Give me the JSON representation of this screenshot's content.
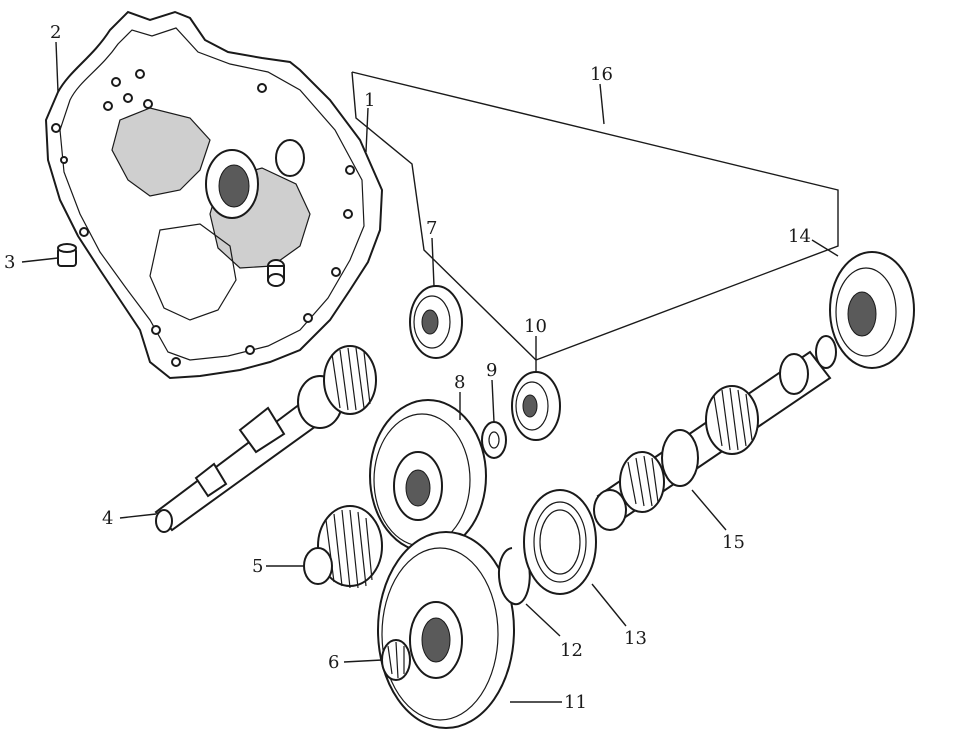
{
  "callouts": {
    "c1": "1",
    "c2": "2",
    "c3": "3",
    "c4": "4",
    "c5": "5",
    "c6": "6",
    "c7": "7",
    "c8": "8",
    "c9": "9",
    "c10": "10",
    "c11": "11",
    "c12": "12",
    "c13": "13",
    "c14": "14",
    "c15": "15",
    "c16": "16"
  },
  "parts": [
    {
      "id": "case-cover",
      "callout": "2"
    },
    {
      "id": "dowel-pin",
      "callout": "3"
    },
    {
      "id": "drive-shaft",
      "callout": "4"
    },
    {
      "id": "countershaft-pinion",
      "callout": "5"
    },
    {
      "id": "drive-gear-assembly",
      "callout": "6"
    },
    {
      "id": "bearing-left",
      "callout": "7"
    },
    {
      "id": "idler-gear",
      "callout": "8"
    },
    {
      "id": "washer",
      "callout": "9"
    },
    {
      "id": "bearing-small",
      "callout": "10"
    },
    {
      "id": "final-gear",
      "callout": "11"
    },
    {
      "id": "circlip",
      "callout": "12"
    },
    {
      "id": "oil-seal",
      "callout": "13"
    },
    {
      "id": "bearing-right",
      "callout": "14"
    },
    {
      "id": "final-shaft",
      "callout": "15"
    },
    {
      "id": "bearing-kit-group",
      "callout": "16"
    },
    {
      "id": "group-1",
      "callout": "1"
    }
  ]
}
